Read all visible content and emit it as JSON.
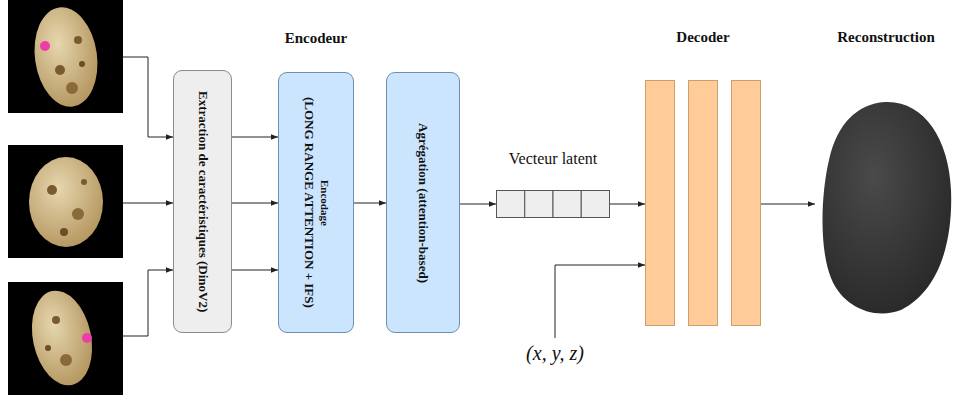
{
  "diagram": {
    "nodes": [
      {
        "text": [
          "Extraction de caractéristiques (DinoV2)"
        ]
      },
      {
        "text": [
          "Encodage",
          "(LONG RANGE ATTENTION + IFS)"
        ]
      },
      {
        "text": [
          "Agrégation (attention-based)"
        ]
      },
      {
        "text": [
          "Vecteur latent"
        ]
      },
      {
        "text": [
          "Decoder"
        ]
      },
      {
        "text": [
          "Reconstruction"
        ]
      }
    ],
    "edges": [
      {
        "from": 0,
        "to": 1,
        "arrow": "to"
      },
      {
        "from": 0,
        "to": 1,
        "arrow": "to"
      },
      {
        "from": 0,
        "to": 1,
        "arrow": "to"
      },
      {
        "from": 1,
        "to": 2,
        "arrow": "to"
      },
      {
        "from": 2,
        "to": 3,
        "arrow": "to"
      },
      {
        "from": 3,
        "to": 4,
        "arrow": "to"
      },
      {
        "from": 4,
        "to": 5,
        "arrow": "to"
      }
    ],
    "labels": [
      "Encodeur",
      "(x, y, z)"
    ]
  }
}
